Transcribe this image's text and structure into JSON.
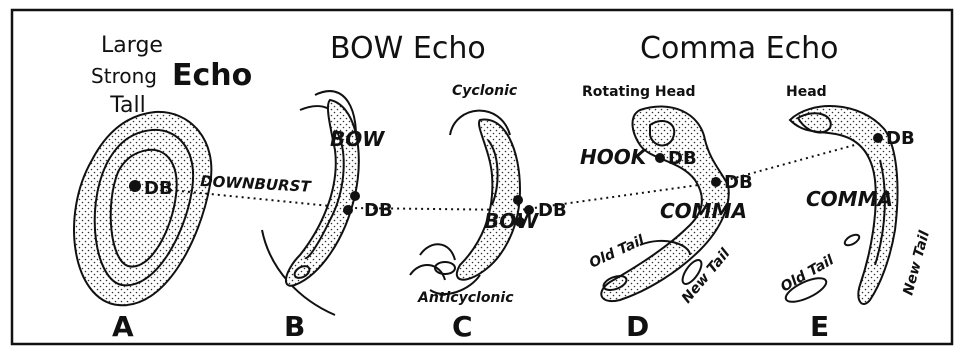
{
  "headers": {
    "large": "Large",
    "strong": "Strong",
    "echo_a": "Echo",
    "tall": "Tall",
    "bow_echo": "BOW Echo",
    "comma_echo": "Comma Echo"
  },
  "labels": {
    "db": "DB",
    "downburst": "DOWNBURST",
    "bow": "BOW",
    "cyclonic": "Cyclonic",
    "anticyclonic": "Anticyclonic",
    "rotating_head": "Rotating Head",
    "hook": "HOOK",
    "comma": "COMMA",
    "old_tail": "Old Tail",
    "new_tail": "New Tail",
    "head": "Head"
  },
  "panels": [
    "A",
    "B",
    "C",
    "D",
    "E"
  ]
}
